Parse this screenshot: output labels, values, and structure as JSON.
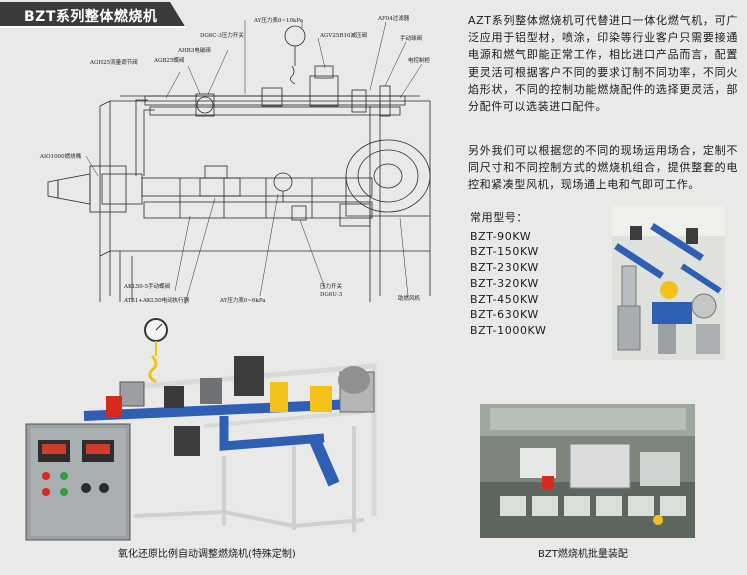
{
  "header": {
    "title": "BZT系列整体燃烧机"
  },
  "diagram": {
    "callouts": [
      "AY压力表0~10kPa",
      "AF04过滤器",
      "DG6C-3压力开关",
      "AGV25R10减压阀",
      "手动球阀",
      "AHB3电磁阀",
      "AGH25流量调节阀",
      "AGB25蝶阀",
      "电控制柜",
      "AIO1000燃烧嘴",
      "AKL50-5手动蝶阀",
      "AT51+AKL50电动执行器",
      "AY压力表0~6kPa",
      "压力开关",
      "DG6U-3",
      "助燃风机"
    ]
  },
  "description": {
    "paragraph1": "AZT系列整体燃烧机可代替进口一体化燃气机，可广泛应用于铝型材，喷涂，印染等行业客户只需要接通电源和燃气即能正常工作，相比进口产品而言，配置更灵活可根据客户不同的要求订制不同功率，不同火焰形状，不同的控制功能燃烧配件的选择更灵活，部分配件可以选装进口配件。",
    "paragraph2": "另外我们可以根据您的不同的现场运用场合，定制不同尺寸和不同控制方式的燃烧机组合，提供整套的电控和紧凑型风机，现场通上电和气即可工作。"
  },
  "models": {
    "heading": "常用型号：",
    "items": [
      "BZT-90KW",
      "BZT-150KW",
      "BZT-230KW",
      "BZT-320KW",
      "BZT-450KW",
      "BZT-630KW",
      "BZT-1000KW"
    ]
  },
  "captions": {
    "main": "氧化还原比例自动调整燃烧机(特殊定制)",
    "batch": "BZT燃烧机批量装配"
  },
  "colors": {
    "title_bg": "#3a3a3a",
    "pipe_blue": "#2f5fb5",
    "valve_yellow": "#f2c21b",
    "cabinet_grey": "#9aa0a2"
  }
}
